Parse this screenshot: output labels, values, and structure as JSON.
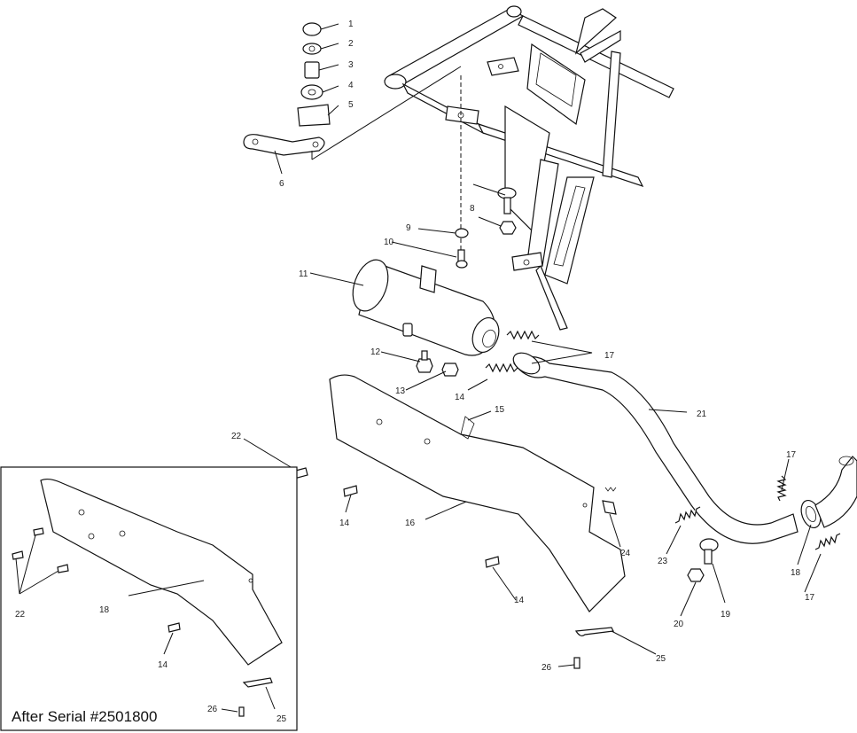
{
  "callouts": {
    "c1": "1",
    "c2": "2",
    "c3": "3",
    "c4": "4",
    "c5": "5",
    "c6": "6",
    "c8": "8",
    "c9": "9",
    "c10": "10",
    "c11": "11",
    "c12": "12",
    "c13": "13",
    "c14a": "14",
    "c14b": "14",
    "c14c": "14",
    "c14d": "14",
    "c15": "15",
    "c16": "16",
    "c17a": "17",
    "c17b": "17",
    "c17c": "17",
    "c18a": "18",
    "c18b": "18",
    "c19": "19",
    "c20": "20",
    "c21": "21",
    "c22a": "22",
    "c22b": "22",
    "c23": "23",
    "c24": "24",
    "c25a": "25",
    "c25b": "25",
    "c26a": "26",
    "c26b": "26"
  },
  "inset": {
    "caption": "After Serial #2501800"
  }
}
